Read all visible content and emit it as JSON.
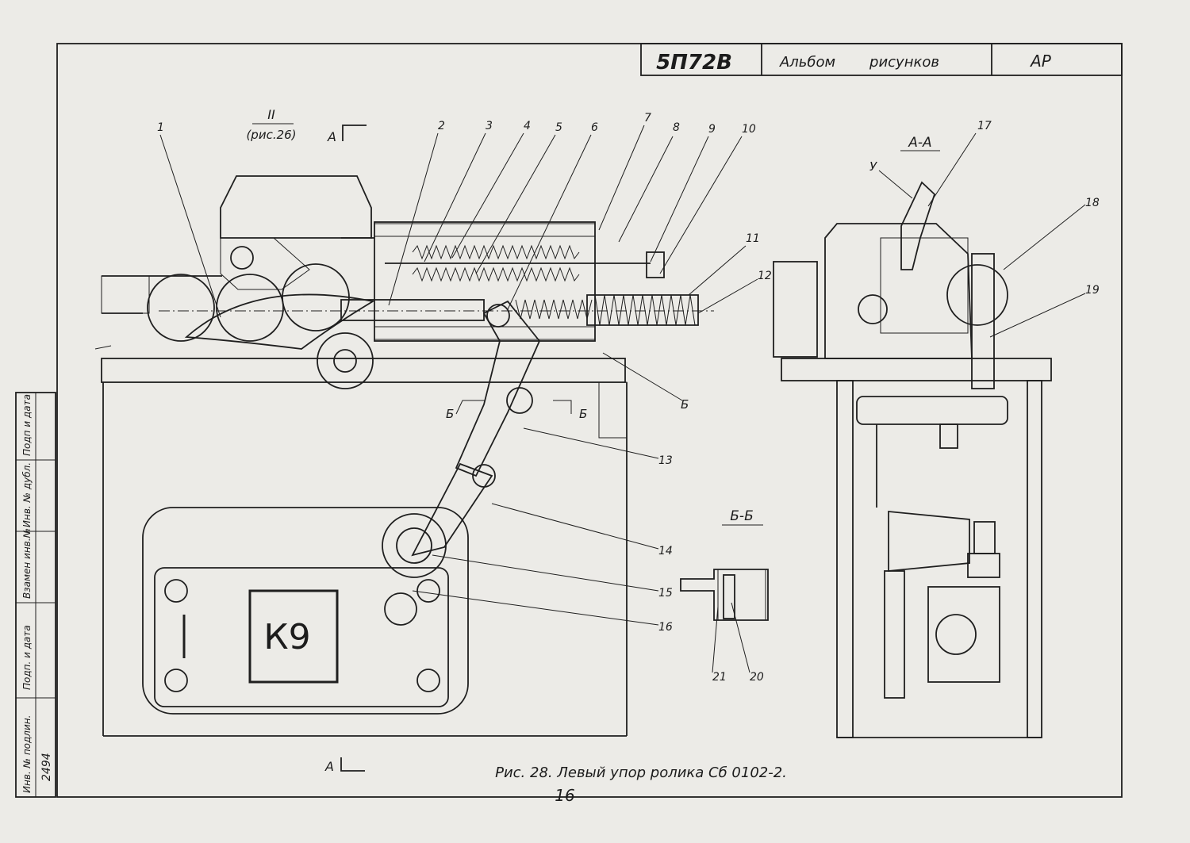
{
  "title_block": {
    "model": "5П72В",
    "album": "Альбом",
    "drawings": "рисунков",
    "code": "АР"
  },
  "view_refs": {
    "ref_numeral": "II",
    "ref_figure": "(рис.26)",
    "section_mark": "А",
    "section_aa": "А-А",
    "section_bb": "Б-Б",
    "b_mark": "Б",
    "u_mark": "У",
    "k9": "К9"
  },
  "callouts": [
    "1",
    "2",
    "3",
    "4",
    "5",
    "6",
    "7",
    "8",
    "9",
    "10",
    "11",
    "12",
    "13",
    "14",
    "15",
    "16",
    "17",
    "18",
    "19",
    "20",
    "21"
  ],
  "side_stamp": {
    "inv_podl_label": "Инв. № подлин.",
    "inv_number": "2494",
    "podp_data": "Подп. и дата",
    "vzamen": "Взамен инв.№",
    "inv_dubl": "Инв. № дубл.",
    "podp_data2": "Подп и дата"
  },
  "caption": "Рис. 28. Левый упор ролика Сб 0102-2.",
  "page_number": "16",
  "colors": {
    "paper": "#ecebe7",
    "ink": "#1f1f1f"
  }
}
